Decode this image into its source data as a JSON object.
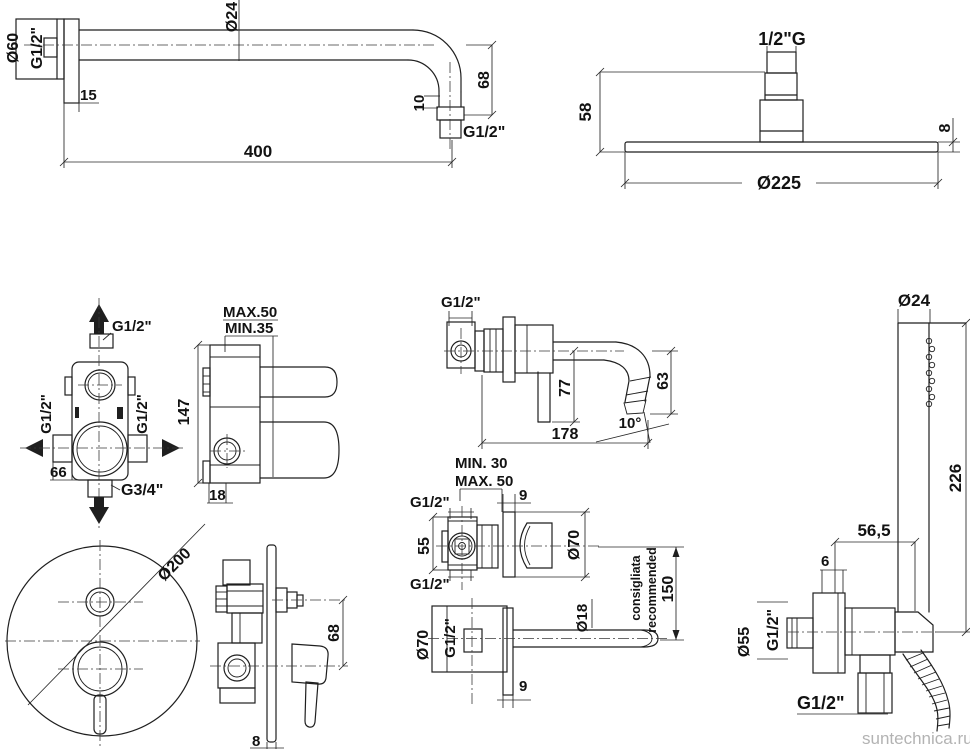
{
  "watermark": "suntechnica.ru",
  "colors": {
    "line": "#1f1f1f",
    "dim": "#262626",
    "watermark": "#b3b3b3",
    "background": "#ffffff"
  },
  "labels": {
    "arm": {
      "flange_dia": "Ø60",
      "flange_thread": "G1/2\"",
      "plate_depth": "15",
      "tube_dia": "Ø24",
      "drop": "68",
      "nut_height": "10",
      "outlet_thread": "G1/2\"",
      "length": "400"
    },
    "head": {
      "thread": "1/2\"G",
      "height": "58",
      "plate_thickness": "8",
      "dia": "Ø225"
    },
    "valve_front": {
      "top_thread": "G1/2\"",
      "left_thread": "G1/2\"",
      "right_thread": "G1/2\"",
      "depth": "66",
      "bottom_thread": "G3/4\""
    },
    "valve_side": {
      "max_depth": "MAX.50",
      "min_depth": "MIN.35",
      "height": "147",
      "base": "18"
    },
    "spout": {
      "thread": "G1/2\"",
      "drop": "77",
      "end_drop": "63",
      "angle": "10°",
      "length": "178"
    },
    "stop_valve": {
      "min_depth": "MIN. 30",
      "max_depth": "MAX. 50",
      "plate_thickness": "9",
      "top_thread": "G1/2\"",
      "body_size": "55",
      "bottom_thread": "G1/2\"",
      "flange_dia": "Ø70"
    },
    "spout_plan": {
      "flange_dia": "Ø70",
      "thread": "G1/2\"",
      "tube_dia": "Ø18",
      "plate_thickness": "9",
      "note_it": "consigliata",
      "note_en": "recommended",
      "distance": "150"
    },
    "hand_shower": {
      "dia": "Ø24",
      "length": "226",
      "offset": "56,5",
      "flange_gap": "6",
      "flange_dia": "Ø55",
      "thread": "G1/2\"",
      "hose_thread": "G1/2\""
    },
    "plate": {
      "dia": "Ø200",
      "spacing": "68",
      "thickness": "8"
    }
  }
}
